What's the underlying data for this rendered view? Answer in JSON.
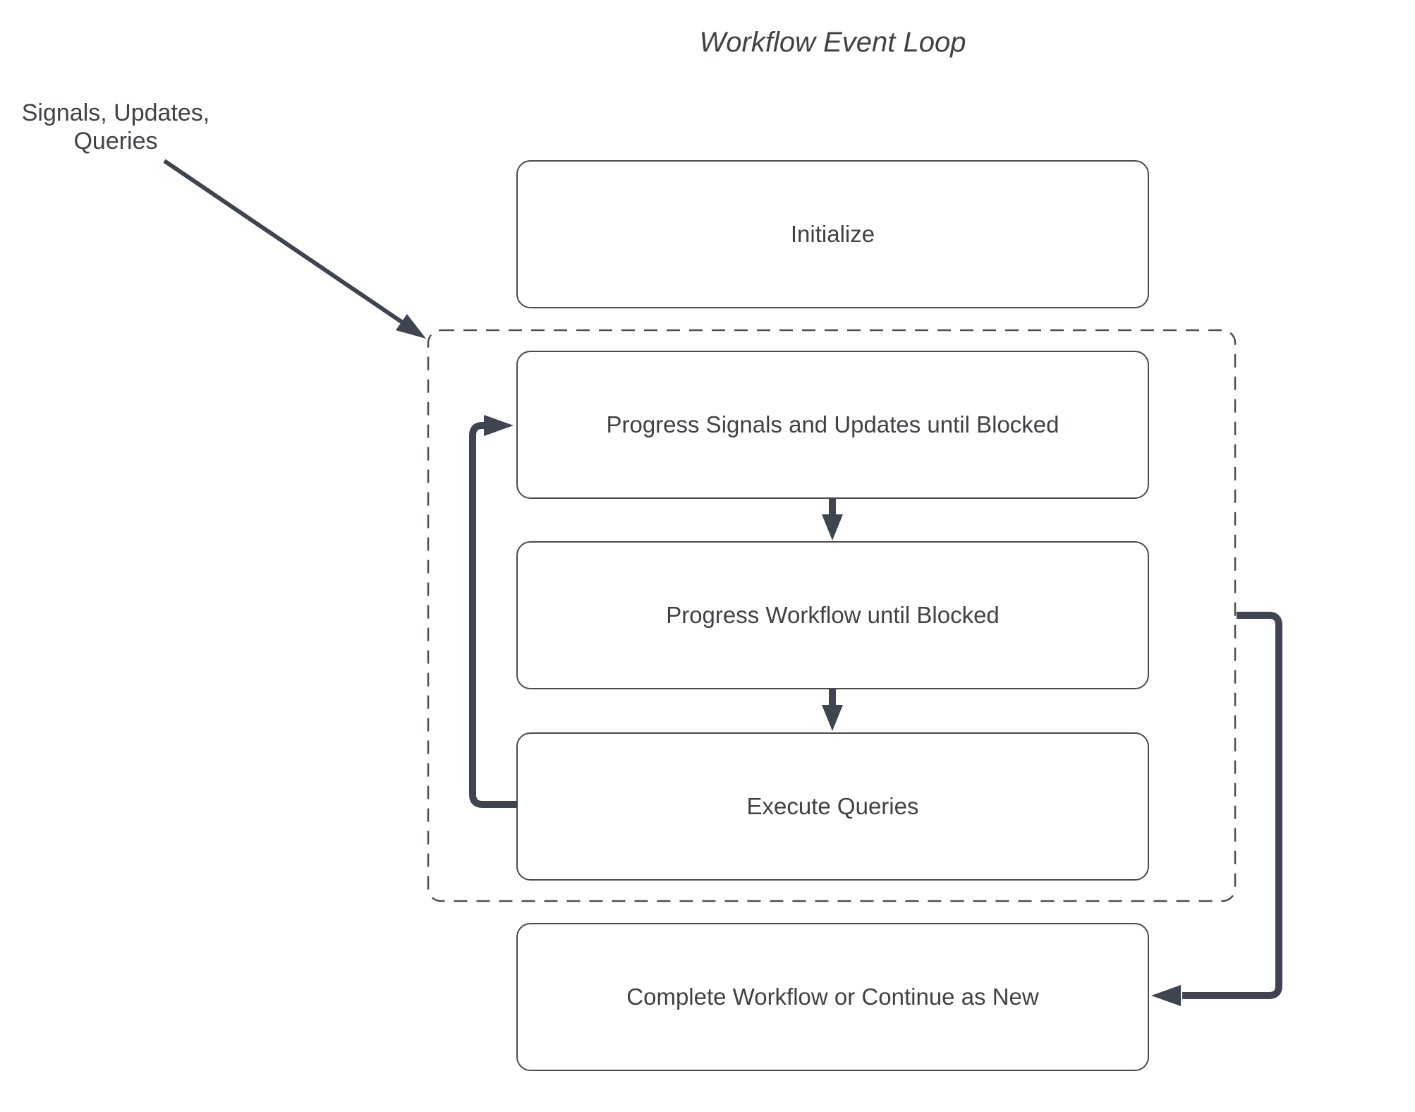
{
  "title": "Workflow Event Loop",
  "annotation": {
    "line1": "Signals, Updates,",
    "line2": "Queries"
  },
  "nodes": {
    "initialize": "Initialize",
    "progress_signals": "Progress Signals and Updates until Blocked",
    "progress_workflow": "Progress Workflow until Blocked",
    "execute_queries": "Execute Queries",
    "complete": "Complete Workflow or Continue as New"
  },
  "colors": {
    "arrow": "#3e4450",
    "box_border": "#4b4b4b",
    "dashed_border": "#4a4e55",
    "text": "#3f4246",
    "background": "#ffffff"
  }
}
